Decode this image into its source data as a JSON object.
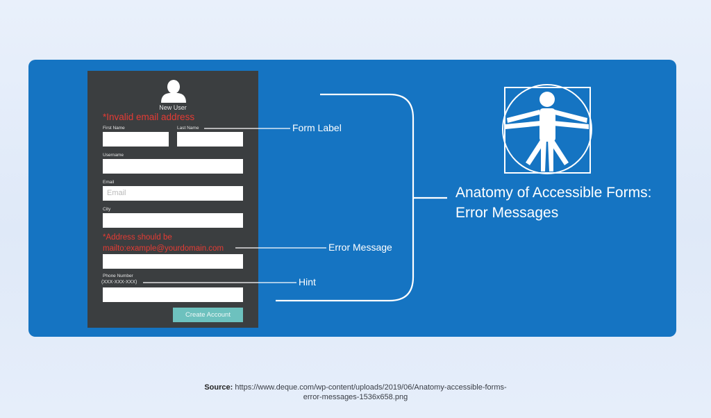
{
  "form": {
    "title": "New User",
    "error_top": "*Invalid email address",
    "first_name_label": "First Name",
    "last_name_label": "Last Name",
    "username_label": "Username",
    "email_label": "Email",
    "email_placeholder": "Email",
    "city_label": "City",
    "address_error_line1": "*Address should be",
    "address_error_line2": "mailto:example@yourdomain.com",
    "phone_label": "Phone Number",
    "phone_hint": "(XXX-XXX-XXX)",
    "create_button": "Create Account"
  },
  "callouts": {
    "form_label": "Form Label",
    "error_message": "Error Message",
    "hint": "Hint"
  },
  "headline": {
    "line1": "Anatomy of Accessible Forms:",
    "line2": "Error Messages"
  },
  "source": {
    "label": "Source:",
    "line1": "https://www.deque.com/wp-content/uploads/2019/06/Anatomy-accessible-forms-",
    "line2": "error-messages-1536x658.png"
  },
  "colors": {
    "panel": "#1574c2",
    "form_bg": "#3b3e40",
    "error": "#e53b34",
    "button": "#6dc1be"
  },
  "icons": [
    "user-avatar-icon",
    "vitruvian-man-icon"
  ]
}
